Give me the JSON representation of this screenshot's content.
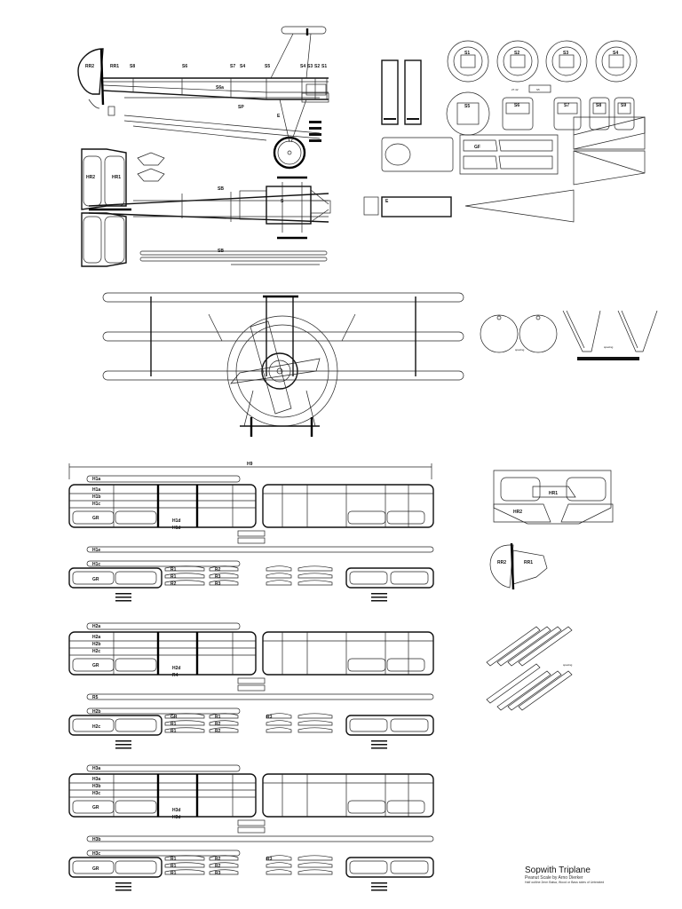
{
  "title_block": {
    "title": "Sopwith Triplane",
    "subtitle": "Peanut Scale by Arno Dierker",
    "note": "Half outline 2mm Balsa, Wood or Bass sides of Untreated"
  },
  "fuselage_side": {
    "labels": [
      "RR2",
      "RR1",
      "S8",
      "S6",
      "S7",
      "S4",
      "S5",
      "S4",
      "S3",
      "S2",
      "S1",
      "S6a",
      "SP",
      "E"
    ]
  },
  "fuselage_top": {
    "labels": [
      "HR2",
      "HR1",
      "SB",
      "SB",
      "S"
    ]
  },
  "formers": {
    "row1": [
      "S1",
      "S2",
      "S3",
      "S4"
    ],
    "row2": [
      "S5",
      "S6",
      "S7",
      "S8",
      "S9"
    ],
    "row2_dim": "27.42",
    "row2_misc": "S5"
  },
  "side_panels": {
    "labels": [
      "GF",
      "E"
    ]
  },
  "wings": {
    "span_label": "H9",
    "top": {
      "labels": [
        "H1a",
        "H1a",
        "H1b",
        "H1c",
        "GR",
        "H1d",
        "H1d",
        "H1e",
        "H1c",
        "GR",
        "R1",
        "R1",
        "R2",
        "R2",
        "R3",
        "R3"
      ]
    },
    "middle": {
      "labels": [
        "H2a",
        "H2a",
        "H2b",
        "H2c",
        "GR",
        "H2d",
        "R4",
        "R5",
        "H2b",
        "H2c",
        "GR",
        "R1",
        "R1",
        "R1",
        "R2",
        "R2",
        "R3",
        "R3"
      ]
    },
    "bottom": {
      "labels": [
        "H3a",
        "H3a",
        "H3b",
        "H3c",
        "GR",
        "H3d",
        "H3d",
        "H3b",
        "H3c",
        "GR",
        "R1",
        "R1",
        "R1",
        "R2",
        "R2",
        "R3",
        "R3"
      ]
    }
  },
  "tail": {
    "stab_labels": [
      "HR1",
      "HR2"
    ],
    "rudder_labels": [
      "RR2",
      "RR1"
    ]
  },
  "misc": {
    "strut_note": "spacing",
    "gear_note": "spacing"
  }
}
